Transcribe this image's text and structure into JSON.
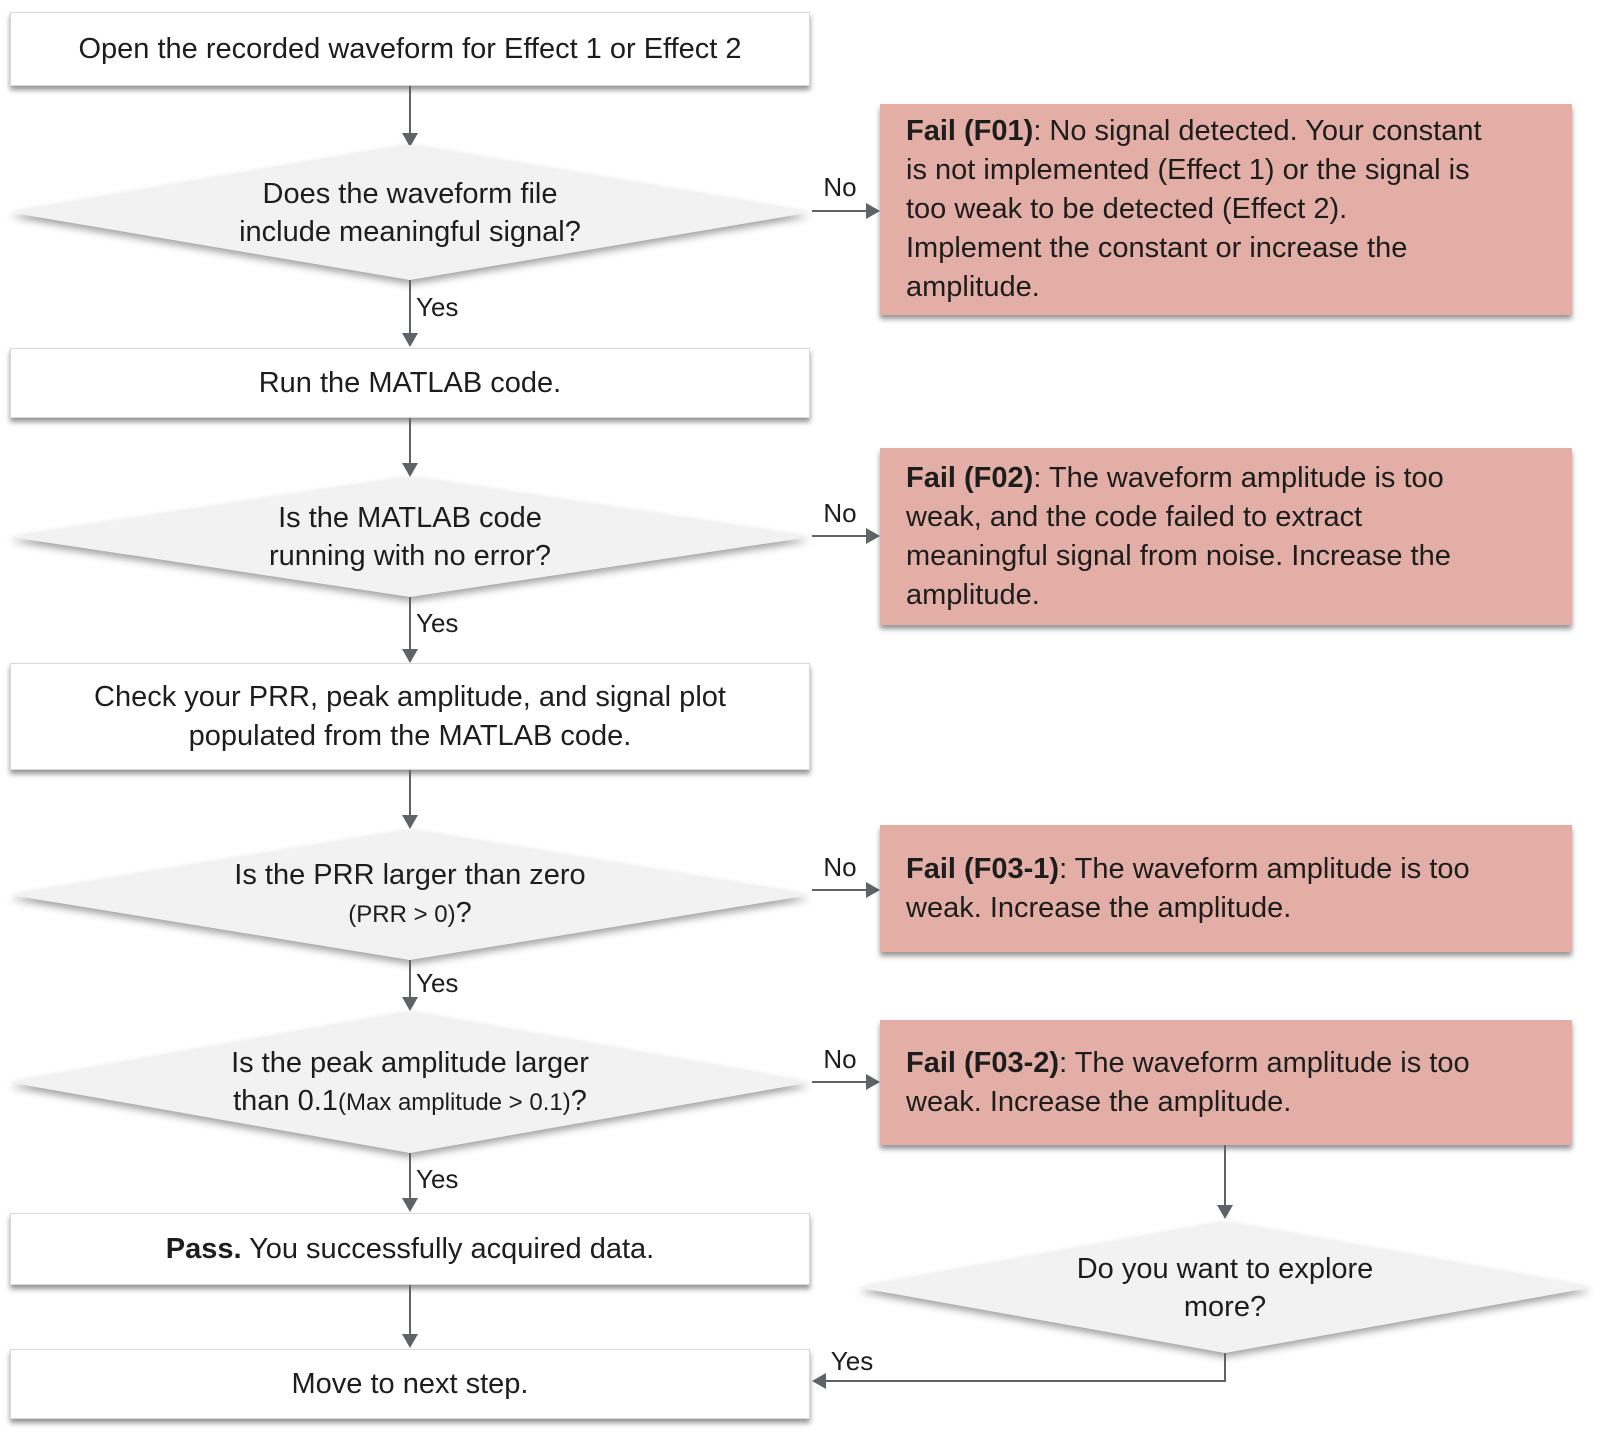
{
  "flow": {
    "box_open": "Open the recorded waveform for Effect 1 or Effect 2",
    "diamond_signal": {
      "line1": "Does the waveform file",
      "line2": "include meaningful signal?"
    },
    "box_run": "Run the MATLAB code.",
    "diamond_matlab": {
      "line1": "Is the MATLAB code",
      "line2": "running with no error?"
    },
    "box_check": {
      "line1": "Check your PRR, peak amplitude, and signal plot",
      "line2": "populated from the MATLAB code."
    },
    "diamond_prr": {
      "line1": "Is the PRR  larger than zero",
      "line2_small": "(PRR > 0)",
      "line2_suffix": "?"
    },
    "diamond_peak": {
      "line1": "Is the peak amplitude larger",
      "line2_prefix": "than 0.1",
      "line2_small": "(Max amplitude > 0.1)",
      "line2_suffix": "?"
    },
    "box_pass": {
      "bold": "Pass.",
      "rest": " You successfully acquired data."
    },
    "box_move": "Move to next step.",
    "diamond_explore": {
      "line1": "Do you want to explore",
      "line2": "more?"
    }
  },
  "fail_boxes": {
    "f01": {
      "bold": "Fail (F01)",
      "line1_rest": ": No signal detected. Your constant",
      "line2": "is not implemented (Effect 1) or the signal is",
      "line3": "too weak to be detected (Effect 2).",
      "line4": "Implement the constant or increase the",
      "line5": "amplitude."
    },
    "f02": {
      "bold": "Fail (F02)",
      "line1_rest": ": The waveform amplitude is too",
      "line2": "weak, and the code failed to extract",
      "line3": "meaningful signal from noise. Increase the",
      "line4": "amplitude."
    },
    "f03_1": {
      "bold": "Fail (F03-1)",
      "line1_rest": ": The waveform amplitude is too",
      "line2": "weak. Increase the amplitude."
    },
    "f03_2": {
      "bold": "Fail (F03-2)",
      "line1_rest": ": The waveform amplitude is too",
      "line2": "weak. Increase the amplitude."
    }
  },
  "labels": {
    "yes": "Yes",
    "no": "No"
  },
  "colors": {
    "fail_bg": "#e3aea5",
    "shape_bg": "#f2f2f2",
    "box_bg": "#ffffff",
    "arrow": "#5f6368",
    "text": "#1d1d1d"
  }
}
